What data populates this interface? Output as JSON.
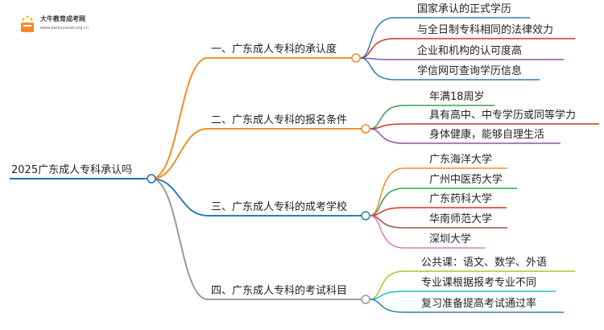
{
  "logo": {
    "title": "大牛教育成考网",
    "url": "www.daniuxueao.org.cn"
  },
  "root": {
    "label": "2025广东成人专科承认吗",
    "color": "#1e6fae"
  },
  "branches": [
    {
      "label": "一、广东成人专科的承认度",
      "color": "#f28c28",
      "children": [
        {
          "label": "国家承认的正式学历",
          "color": "#2c7fb8"
        },
        {
          "label": "与全日制专科相同的法律效力",
          "color": "#d7301f"
        },
        {
          "label": "企业和机构的认可度高",
          "color": "#8856a7"
        },
        {
          "label": "学信网可查询学历信息",
          "color": "#2c7fb8"
        }
      ]
    },
    {
      "label": "二、广东成人专科的报名条件",
      "color": "#f28c28",
      "children": [
        {
          "label": "年满18周岁",
          "color": "#31a354"
        },
        {
          "label": "具有高中、中专学历或同等学力",
          "color": "#d7301f"
        },
        {
          "label": "身体健康，能够自理生活",
          "color": "#8856a7"
        }
      ]
    },
    {
      "label": "三、广东成人专科的成考学校",
      "color": "#2c7fb8",
      "children": [
        {
          "label": "广东海洋大学",
          "color": "#f28c28"
        },
        {
          "label": "广州中医药大学",
          "color": "#31a354"
        },
        {
          "label": "广东药科大学",
          "color": "#d7301f"
        },
        {
          "label": "华南师范大学",
          "color": "#8c564b"
        },
        {
          "label": "深圳大学",
          "color": "#e377c2"
        }
      ]
    },
    {
      "label": "四、广东成人专科的考试科目",
      "color": "#999999",
      "children": [
        {
          "label": "公共课：语文、数学、外语",
          "color": "#bcbd22"
        },
        {
          "label": "专业课根据报考专业不同",
          "color": "#17becf"
        },
        {
          "label": "复习准备提高考试通过率",
          "color": "#2c7fb8"
        }
      ]
    }
  ]
}
